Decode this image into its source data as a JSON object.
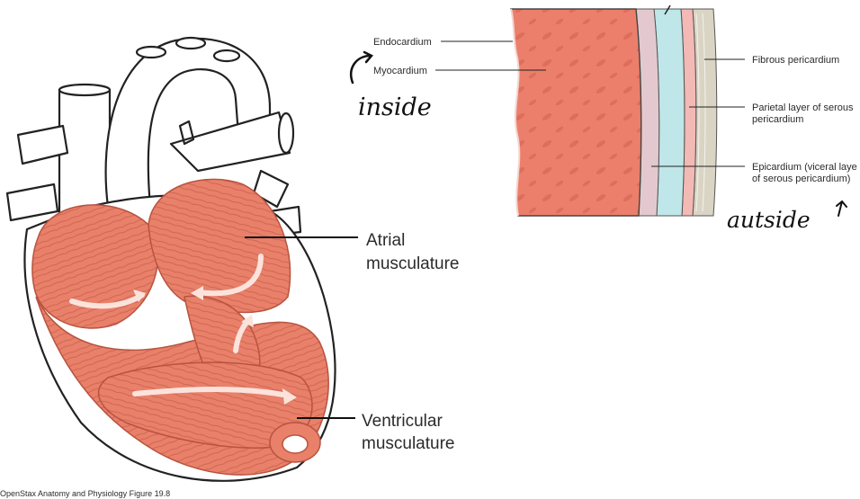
{
  "heart_diagram": {
    "atrial_label_line1": "Atrial",
    "atrial_label_line2": "musculature",
    "ventricular_label_line1": "Ventricular",
    "ventricular_label_line2": "musculature",
    "credit": "OpenStax Anatomy and Physiology Figure 19.8"
  },
  "wall_diagram": {
    "endocardium": "Endocardium",
    "myocardium": "Myocardium",
    "fibrous_pericardium": "Fibrous pericardium",
    "parietal_line1": "Parietal layer of serous",
    "parietal_line2": "pericardium",
    "epicardium_line1": "Epicardium (viceral laye",
    "epicardium_line2": "of serous pericardium)"
  },
  "annotations": {
    "inside": "inside",
    "outside": "autside"
  },
  "colors": {
    "muscle": "#e8806a",
    "muscle_dark": "#c8604c",
    "myocardium": "#ec7f6b",
    "epicardium": "#e3c9cf",
    "cavity": "#bfe6e8",
    "parietal": "#f3b9b4",
    "fibrous": "#d9d4c4"
  }
}
